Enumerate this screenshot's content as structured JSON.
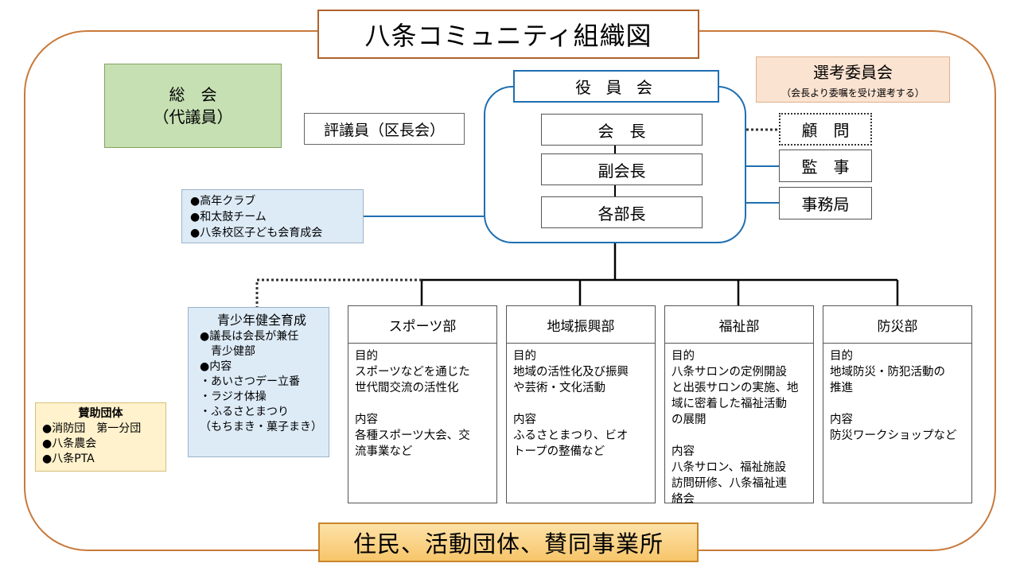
{
  "title": "八条コミュニティ組織図",
  "bottom_banner": "住民、活動団体、賛同事業所",
  "general_assembly": {
    "line1": "総　会",
    "line2": "（代議員）"
  },
  "councilors": "評議員（区長会）",
  "selection_committee": {
    "title": "選考委員会",
    "subtitle": "（会長より委嘱を受け選考する）"
  },
  "executive": {
    "label": "役 員 会",
    "roles": [
      "会　長",
      "副会長",
      "各部長"
    ]
  },
  "side_roles": {
    "adviser": "顧　問",
    "auditor": "監　事",
    "secretariat": "事務局"
  },
  "affiliated_groups": [
    "●高年クラブ",
    "●和太鼓チーム",
    "●八条校区子ども会育成会"
  ],
  "youth": {
    "heading": "青少年健全育成",
    "lines": [
      "●議長は会長が兼任",
      "　青少健部",
      "●内容",
      "・あいさつデー立番",
      "・ラジオ体操",
      "・ふるさとまつり",
      "（もちまき・菓子まき）"
    ]
  },
  "sponsors": {
    "heading": "賛助団体",
    "items": [
      "●消防団　第一分団",
      "●八条農会",
      "●八条PTA"
    ]
  },
  "departments": [
    {
      "name": "スポーツ部",
      "purpose_label": "目的",
      "purpose": [
        "スポーツなどを通じた",
        "世代間交流の活性化"
      ],
      "content_label": "内容",
      "content": [
        "各種スポーツ大会、交",
        "流事業など"
      ]
    },
    {
      "name": "地域振興部",
      "purpose_label": "目的",
      "purpose": [
        "地域の活性化及び振興",
        "や芸術・文化活動"
      ],
      "content_label": "内容",
      "content": [
        "ふるさとまつり、ビオ",
        "トープの整備など"
      ]
    },
    {
      "name": "福祉部",
      "purpose_label": "目的",
      "purpose": [
        "八条サロンの定例開設",
        "と出張サロンの実施、地",
        "域に密着した福祉活動",
        "の展開"
      ],
      "content_label": "内容",
      "content": [
        "八条サロン、福祉施設",
        "訪問研修、八条福祉連",
        "絡会"
      ]
    },
    {
      "name": "防災部",
      "purpose_label": "目的",
      "purpose": [
        "地域防災・防犯活動の",
        "推進"
      ],
      "content_label": "内容",
      "content": [
        "防災ワークショップなど"
      ]
    }
  ]
}
